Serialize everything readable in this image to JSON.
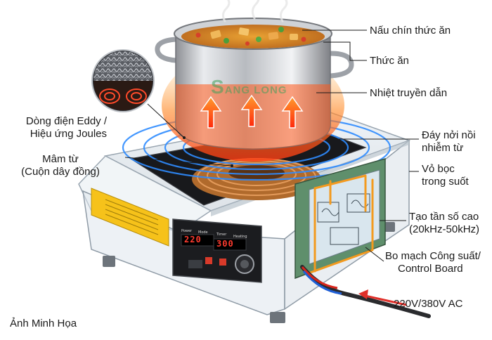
{
  "labels": {
    "nau_chin": "Nấu chín thức ăn",
    "thuc_an": "Thức ăn",
    "nhiet_truyen_dan": "Nhiệt truyền dẫn",
    "eddy_line1": "Dòng điện Eddy /",
    "eddy_line2": "Hiệu ứng Joules",
    "day_noi_line1": "Đáy nởi nồi",
    "day_noi_line2": "nhiễm từ",
    "mam_tu_line1": "Mâm từ",
    "mam_tu_line2": "(Cuộn dây đồng)",
    "vo_boc_line1": "Vỏ bọc",
    "vo_boc_line2": "trong suốt",
    "tan_so_line1": "Tạo tần số cao",
    "tan_so_line2": "(20kHz-50kHz)",
    "bo_mach_line1": "Bo mạch Công suất/",
    "bo_mach_line2": "Control Board",
    "dien_ap": "220V/380V AC"
  },
  "caption": "Ảnh Minh Họa",
  "watermark": {
    "initial": "S",
    "text": "ANG LONG"
  },
  "control_panel": {
    "display_left": "220",
    "display_right": "300",
    "small_labels": [
      "Power",
      "Mode",
      "Timer",
      "Heating"
    ]
  },
  "colors": {
    "flame_orange": "#ff6a00",
    "coil_blue": "#2f8cff",
    "wire_red": "#d9261c",
    "wire_blue": "#1f5fd6",
    "current_arrow": "#e0302a",
    "circuit_orange": "#f39a1e",
    "watermark_green": "#3ca05a"
  }
}
